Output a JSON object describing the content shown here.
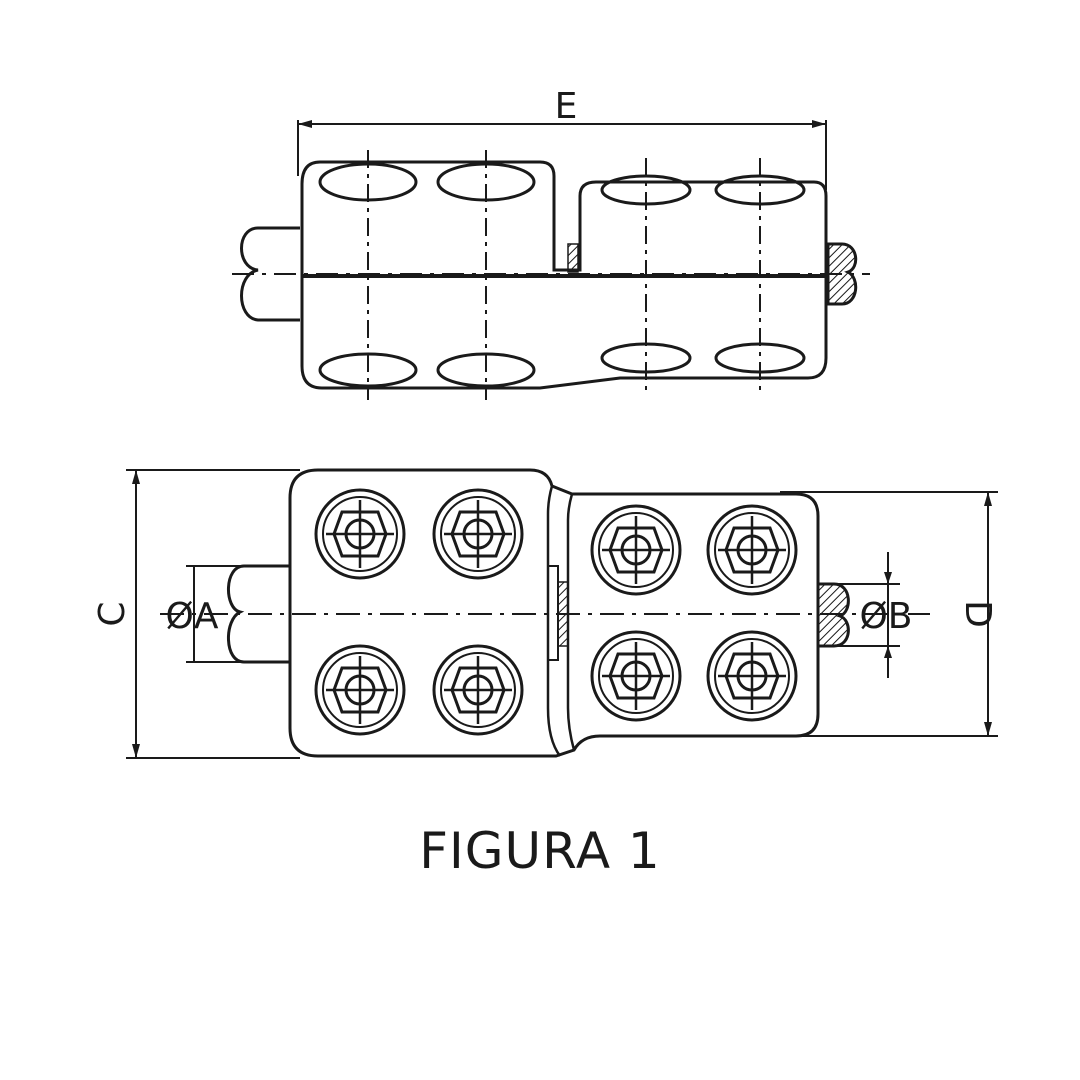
{
  "diagram": {
    "caption": "FIGURA 1",
    "dimensions": {
      "overall_length": "E",
      "large_end_height": "C",
      "small_end_height": "D",
      "large_conductor_diameter": "ØA",
      "small_conductor_diameter": "ØB"
    },
    "views": [
      "side-view",
      "top-view"
    ],
    "bolts_per_side": 4,
    "line_color": "#1a1a1a",
    "background": "#ffffff"
  }
}
